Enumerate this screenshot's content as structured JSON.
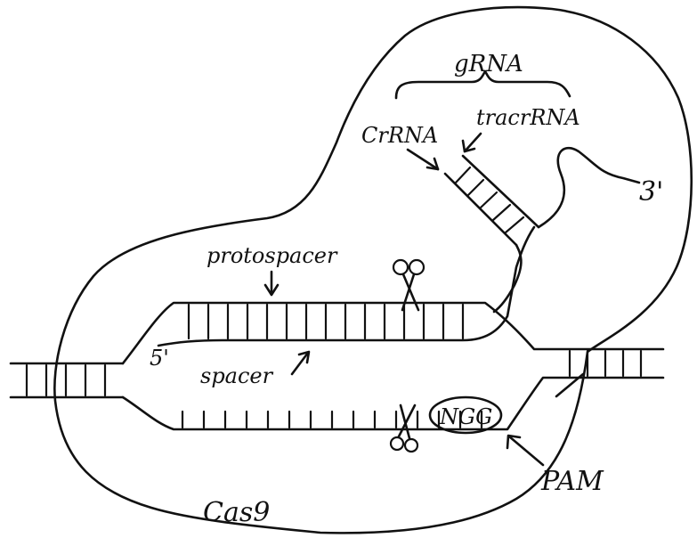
{
  "labels": {
    "grna": "gRNA",
    "crrna": "CrRNA",
    "tracrrna": "tracrRNA",
    "three_prime": "3'",
    "protospacer": "protospacer",
    "five_prime": "5'",
    "spacer": "spacer",
    "pam_seq": "NGG",
    "pam": "PAM",
    "cas9": "Cas9"
  },
  "colors": {
    "ink": "#111111",
    "paper": "#ffffff"
  }
}
